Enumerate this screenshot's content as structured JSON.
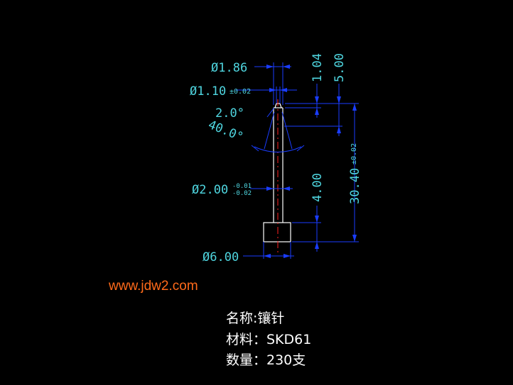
{
  "drawing": {
    "dimensions": {
      "dia_head_top": "Ø1.86",
      "dia_tip": "Ø1.10",
      "dia_tip_tol": "±0.02",
      "angle_small": "2.0°",
      "angle_taper": "40.0°",
      "dia_shank": "Ø2.00",
      "dia_shank_tol_upper": "-0.01",
      "dia_shank_tol_lower": "-0.02",
      "dia_base": "Ø6.00",
      "len_tip": "1.04",
      "len_taper": "5.00",
      "len_base": "4.00",
      "len_total": "30.40",
      "len_total_tol": "±0.02"
    },
    "colors": {
      "dimension_line": "#1a3dff",
      "dimension_text": "#4fd6e0",
      "outline": "#ffffff",
      "centerline": "#ff2020",
      "website": "#ff6a1a",
      "background": "#000000"
    }
  },
  "website": "www.jdw2.com",
  "info": {
    "name": "名称:镶针",
    "material": "材料：SKD61",
    "quantity": "数量：230支"
  }
}
